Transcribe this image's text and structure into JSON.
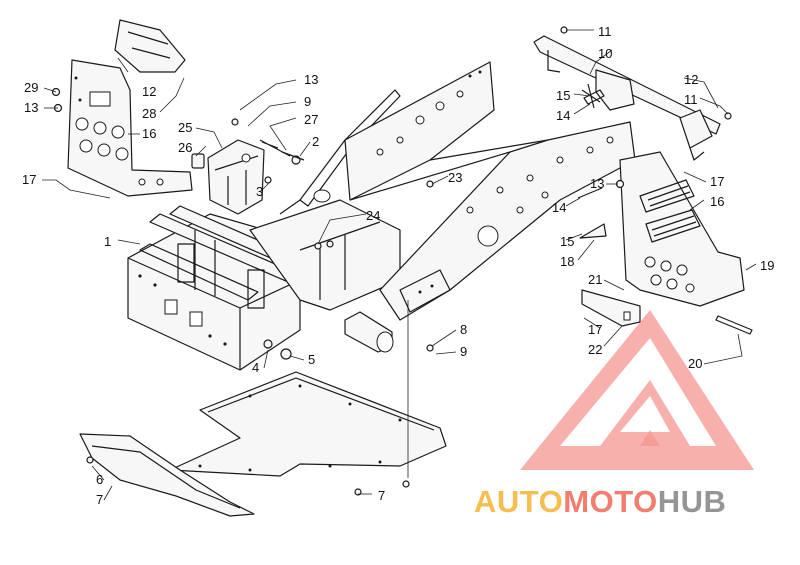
{
  "callouts": [
    {
      "id": "c29",
      "label": "29"
    },
    {
      "id": "c13a",
      "label": "13"
    },
    {
      "id": "c12a",
      "label": "12"
    },
    {
      "id": "c28",
      "label": "28"
    },
    {
      "id": "c16a",
      "label": "16"
    },
    {
      "id": "c17a",
      "label": "17"
    },
    {
      "id": "c13b",
      "label": "13"
    },
    {
      "id": "c9a",
      "label": "9"
    },
    {
      "id": "c27",
      "label": "27"
    },
    {
      "id": "c25",
      "label": "25"
    },
    {
      "id": "c26",
      "label": "26"
    },
    {
      "id": "c2",
      "label": "2"
    },
    {
      "id": "c3",
      "label": "3"
    },
    {
      "id": "c23",
      "label": "23"
    },
    {
      "id": "c24",
      "label": "24"
    },
    {
      "id": "c1",
      "label": "1"
    },
    {
      "id": "c11a",
      "label": "11"
    },
    {
      "id": "c10",
      "label": "10"
    },
    {
      "id": "c12b",
      "label": "12"
    },
    {
      "id": "c11b",
      "label": "11"
    },
    {
      "id": "c15a",
      "label": "15"
    },
    {
      "id": "c14a",
      "label": "14"
    },
    {
      "id": "c13c",
      "label": "13"
    },
    {
      "id": "c17b",
      "label": "17"
    },
    {
      "id": "c16b",
      "label": "16"
    },
    {
      "id": "c14b",
      "label": "14"
    },
    {
      "id": "c15b",
      "label": "15"
    },
    {
      "id": "c18",
      "label": "18"
    },
    {
      "id": "c19",
      "label": "19"
    },
    {
      "id": "c21",
      "label": "21"
    },
    {
      "id": "c17c",
      "label": "17"
    },
    {
      "id": "c22",
      "label": "22"
    },
    {
      "id": "c20",
      "label": "20"
    },
    {
      "id": "c8",
      "label": "8"
    },
    {
      "id": "c9b",
      "label": "9"
    },
    {
      "id": "c4",
      "label": "4"
    },
    {
      "id": "c5",
      "label": "5"
    },
    {
      "id": "c6",
      "label": "6"
    },
    {
      "id": "c7a",
      "label": "7"
    },
    {
      "id": "c7b",
      "label": "7"
    }
  ],
  "watermark": {
    "part1": "AUTO",
    "part2": "MOTO",
    "part3": "HUB",
    "colors": {
      "auto": "#f6b73c",
      "moto": "#f26f5f",
      "hub": "#8a8a8a",
      "logo": "#f58b84"
    }
  }
}
